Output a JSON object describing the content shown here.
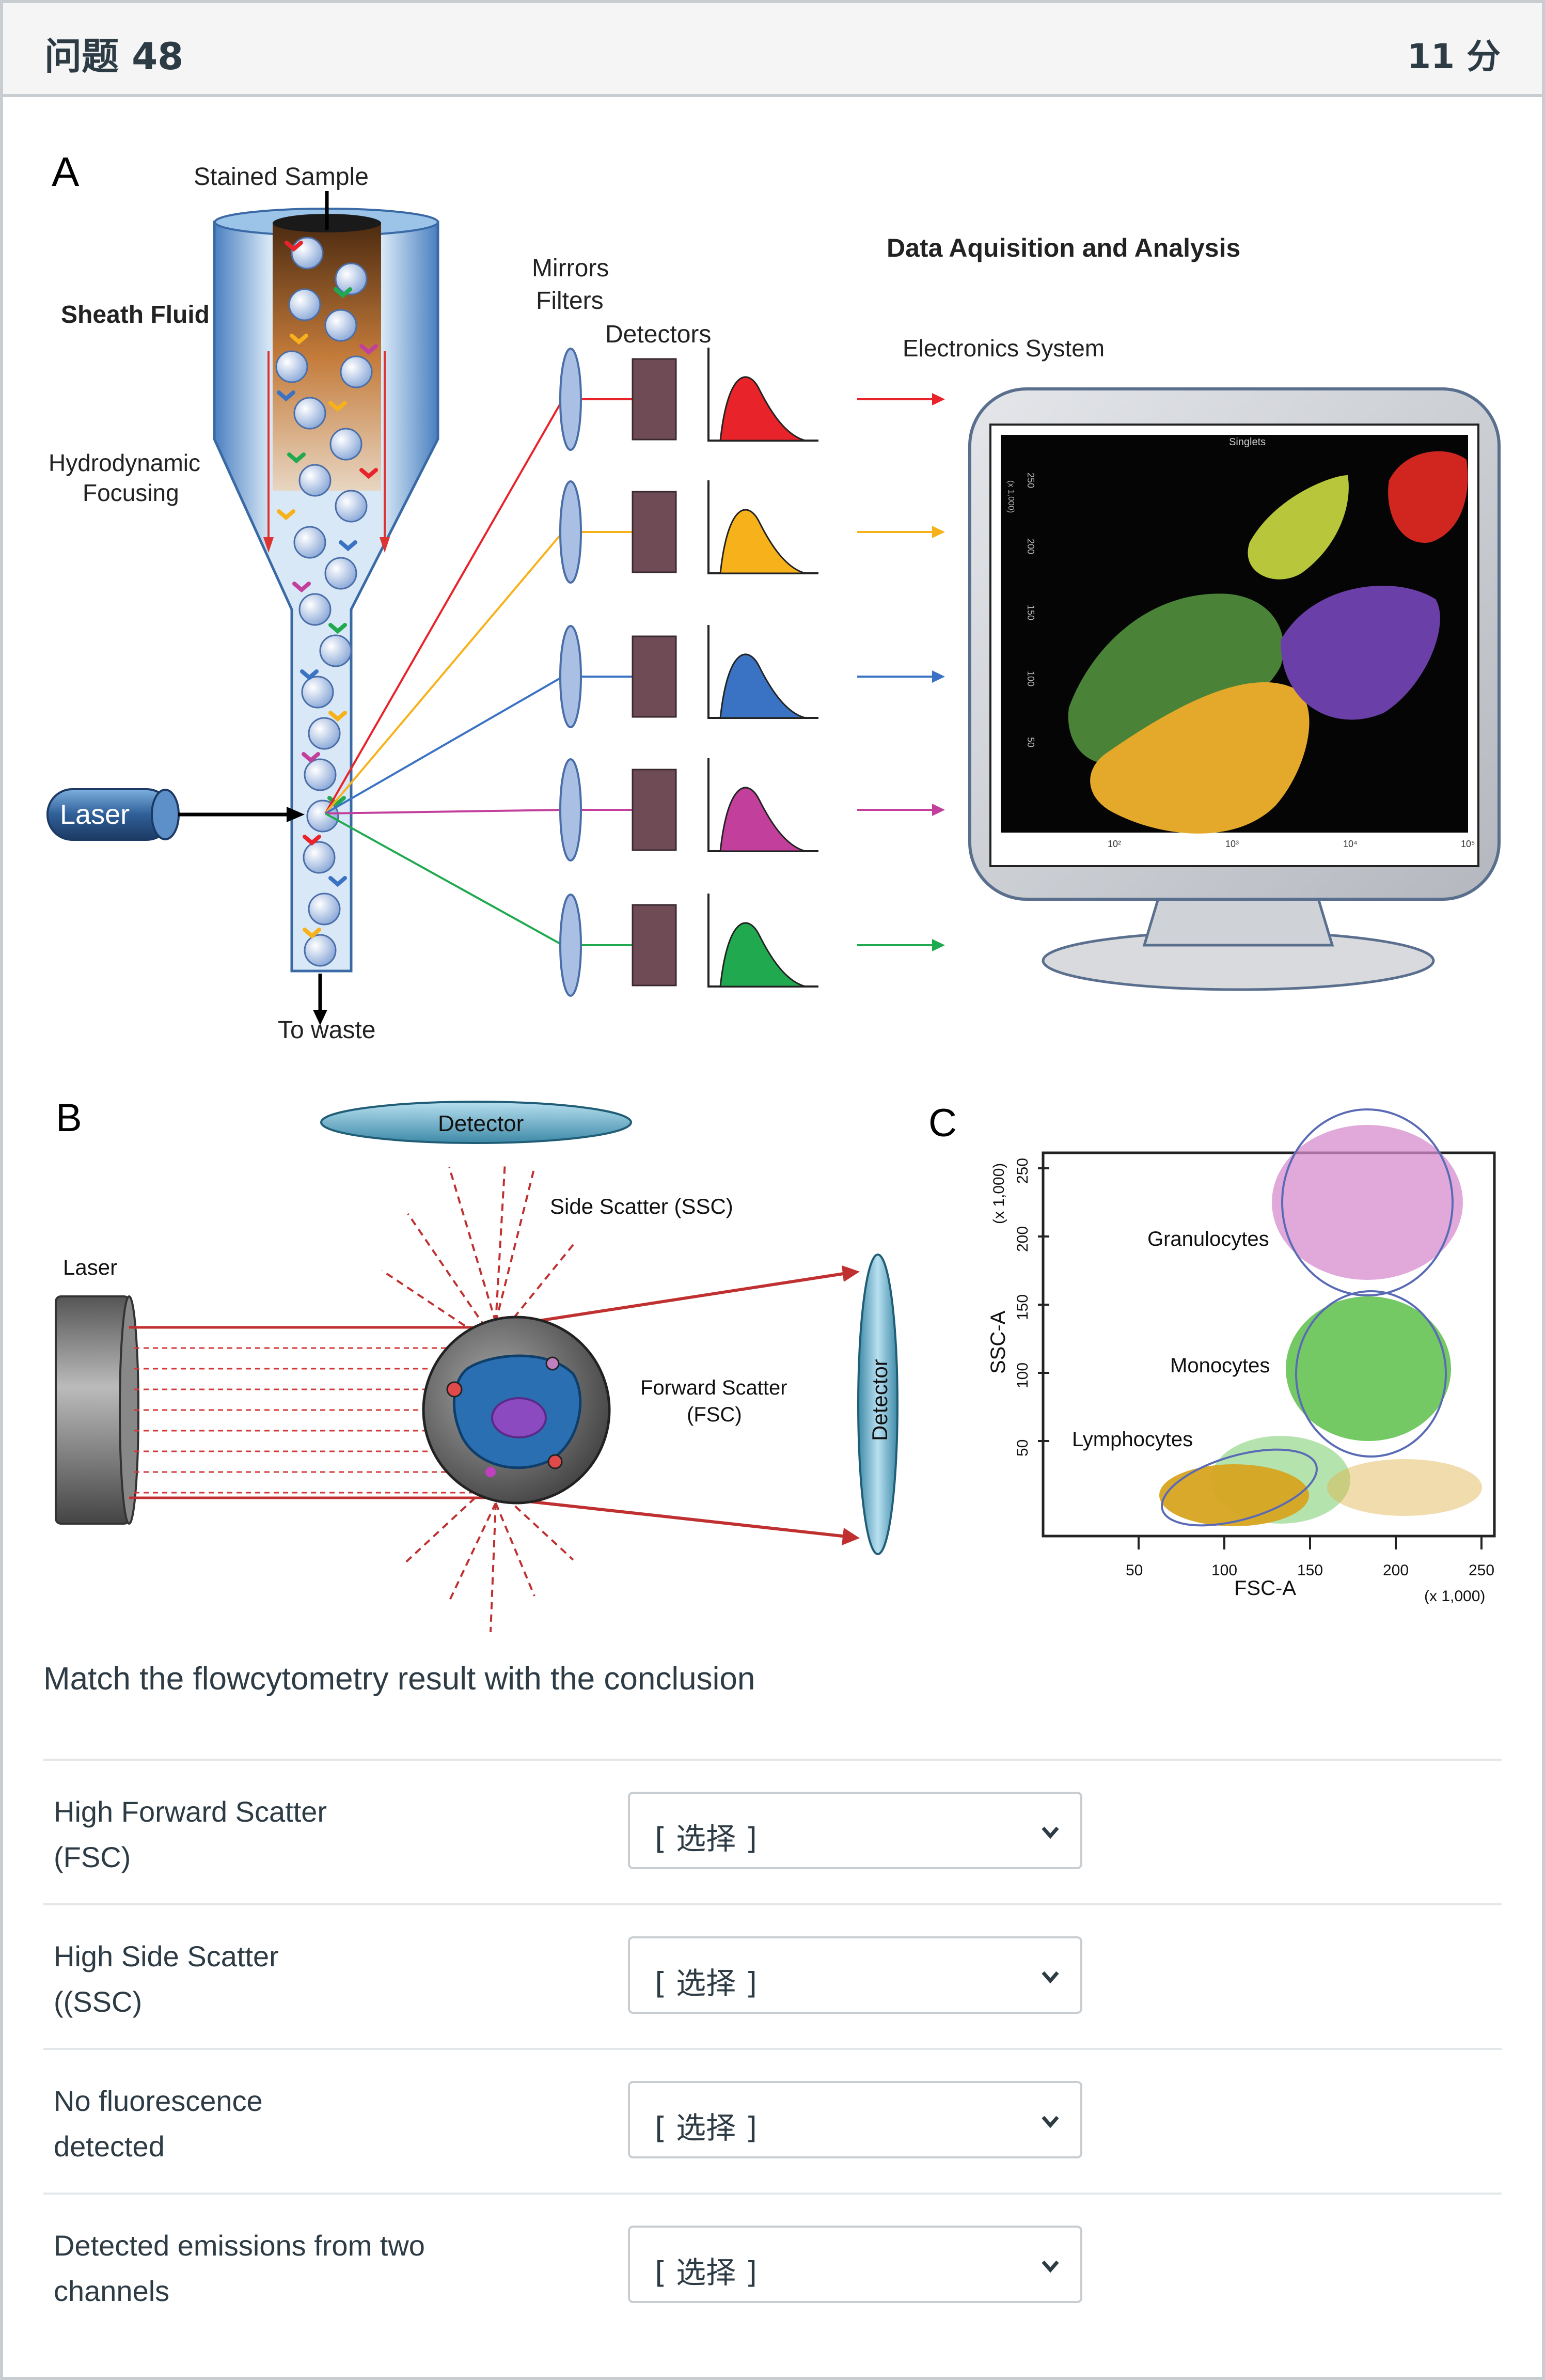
{
  "header": {
    "title": "问题 48",
    "points": "11 分"
  },
  "figureA": {
    "panel_label": "A",
    "stained_sample": "Stained Sample",
    "sheath_fluid": "Sheath Fluid",
    "hydro_line1": "Hydrodynamic",
    "hydro_line2": "Focusing",
    "laser": "Laser",
    "to_waste": "To waste",
    "mirrors": "Mirrors",
    "filters": "Filters",
    "detectors": "Detectors",
    "data_title": "Data Aquisition and Analysis",
    "electronics": "Electronics System",
    "plot_title": "Singlets",
    "plot_yaxis": "(x 1,000)",
    "plot_yticks": [
      "250",
      "200",
      "150",
      "100",
      "50"
    ],
    "plot_xticks": [
      "10²",
      "10³",
      "10⁴",
      "10⁵"
    ],
    "channel_colors": [
      "#e8232a",
      "#f7b21b",
      "#3a72c4",
      "#c2409c",
      "#21a94f"
    ]
  },
  "figureB": {
    "panel_label": "B",
    "detector_top": "Detector",
    "detector_right": "Detector",
    "laser": "Laser",
    "ssc": "Side Scatter (SSC)",
    "fsc_line1": "Forward Scatter",
    "fsc_line2": "(FSC)"
  },
  "figureC": {
    "panel_label": "C",
    "granulocytes": "Granulocytes",
    "monocytes": "Monocytes",
    "lymphocytes": "Lymphocytes",
    "ylabel": "SSC-A",
    "xlabel": "FSC-A",
    "yunit": "(x 1,000)",
    "xunit": "(x 1,000)",
    "yticks": [
      "250",
      "200",
      "150",
      "100",
      "50"
    ],
    "xticks": [
      "50",
      "100",
      "150",
      "200",
      "250"
    ]
  },
  "prompt": "Match the flowcytometry result with the conclusion",
  "matches": [
    {
      "line1": "High Forward Scatter",
      "line2": "(FSC)",
      "selected": "[ 选择 ]"
    },
    {
      "line1": "High Side Scatter",
      "line2": "((SSC)",
      "selected": "[ 选择 ]"
    },
    {
      "line1": "No fluorescence",
      "line2": "detected",
      "selected": "[ 选择 ]"
    },
    {
      "line1": "Detected emissions from two",
      "line2": "channels",
      "selected": "[ 选择 ]"
    }
  ]
}
